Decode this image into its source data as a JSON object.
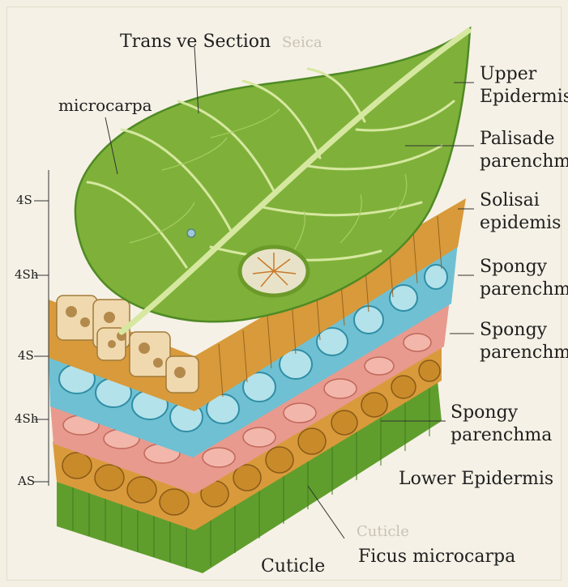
{
  "title": "Trans",
  "title_2": "ve Section",
  "title_faded": "Seica",
  "labels": {
    "microcarpa": "microcarpa",
    "upper": "Upper",
    "epidermis": "Epidermis",
    "palisade": "Palisade",
    "parenchma": "parenchma",
    "solisai": "Solisai",
    "epidemis": "epidemis",
    "spongy1": "Spongy",
    "parenchma1": "parenchma",
    "spongy2": "Spongy",
    "parenchma2": "parenchma",
    "spongy3": "Spongy",
    "parenchma3": "parenchma",
    "lower_epidermis": "Lower Epidermis",
    "cuticle_faded": "Cuticle",
    "cuticle": "Cuticle",
    "ficus": "Ficus microcarpa"
  },
  "scale_marks": [
    "4S",
    "4Sh",
    "4S",
    "4Sh",
    "AS"
  ],
  "colors": {
    "leaf": "#7fb13a",
    "leaf_dark": "#4f8a25",
    "vein": "#d6e8a0",
    "palisade": "#d89a3a",
    "spongy_blue": "#6fc0d2",
    "spongy_pink": "#e89a8e",
    "lower_orange": "#d99a3b",
    "cuticle_green": "#5f9e2d"
  }
}
